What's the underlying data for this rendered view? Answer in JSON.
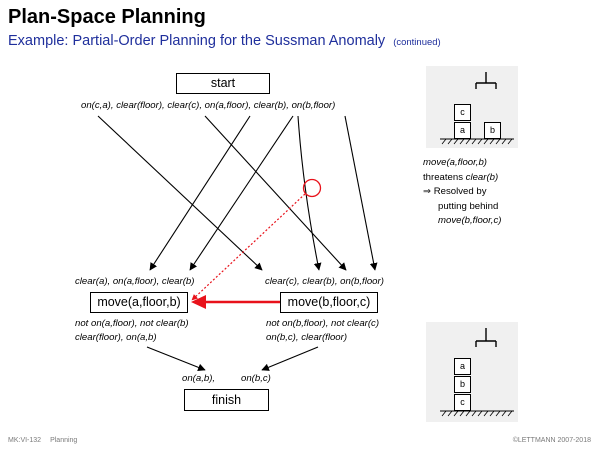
{
  "header": {
    "title": "Plan-Space Planning",
    "subtitle": "Example: Partial-Order Planning for the Sussman Anomaly",
    "continued": "(continued)"
  },
  "nodes": {
    "start": "start",
    "move_a": "move(a,floor,b)",
    "move_b": "move(b,floor,c)",
    "finish": "finish"
  },
  "literals": {
    "start_effects": "on(c,a), clear(floor), clear(c), on(a,floor), clear(b), on(b,floor)",
    "move_a_pre": "clear(a), on(a,floor), clear(b)",
    "move_b_pre": "clear(c), clear(b), on(b,floor)",
    "move_a_eff_1": "not on(a,floor), not clear(b)",
    "move_a_eff_2": "clear(floor), on(a,b)",
    "move_b_eff_1": "not on(b,floor), not clear(c)",
    "move_b_eff_2": "on(b,c), clear(floor)",
    "finish_pre_1": "on(a,b),",
    "finish_pre_2": "on(b,c)"
  },
  "threat_note": {
    "line1": "move(a,floor,b)",
    "line2_prefix": "threatens ",
    "line2_em": "clear(b)",
    "arrow": "⇒",
    "line3": "Resolved by",
    "line4": "putting behind",
    "line5": "move(b,floor,c)"
  },
  "blocks_initial": {
    "top": "c",
    "bottom_left": "a",
    "bottom_right": "b"
  },
  "blocks_goal": {
    "top": "a",
    "middle": "b",
    "bottom": "c"
  },
  "footer": {
    "left_code": "MK:VI-132",
    "left_topic": "Planning",
    "right": "©LETTMANN 2007-2018"
  },
  "colors": {
    "subtitle": "#1f2f9c",
    "ordering_edge": "#e8121b",
    "panel": "#f0f0f0"
  },
  "icons": [
    "gripper-icon",
    "threat-circle-icon",
    "implies-arrow-icon"
  ]
}
